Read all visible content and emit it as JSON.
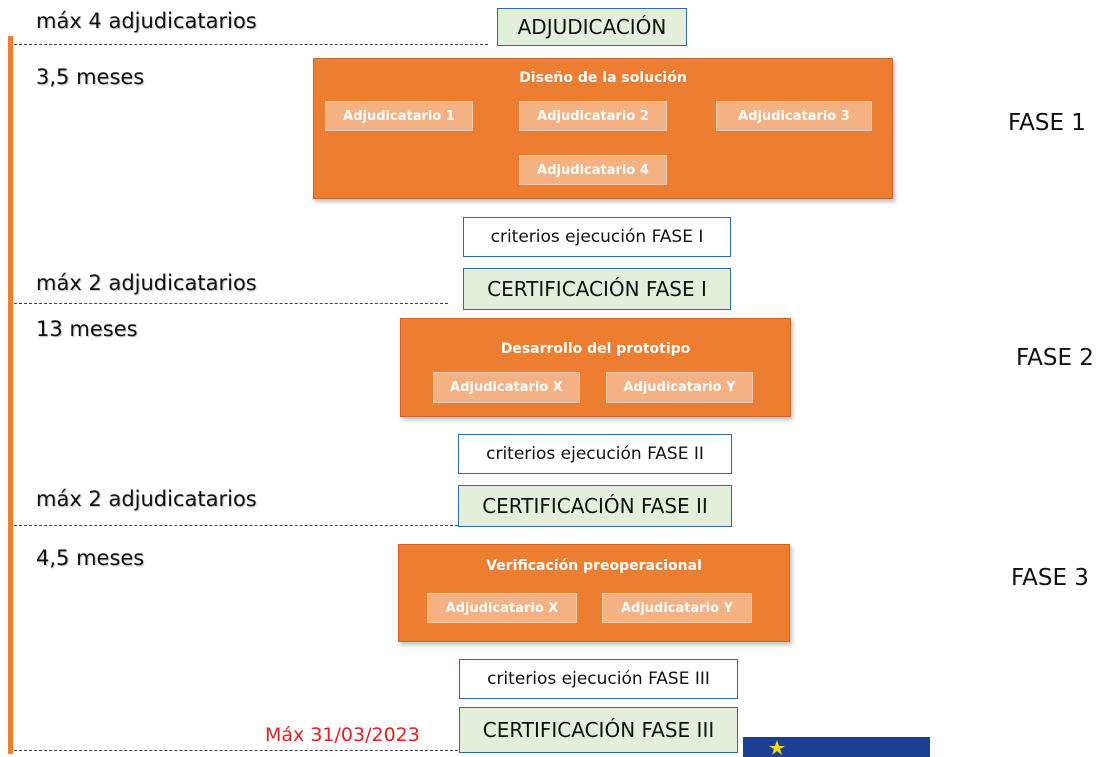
{
  "top": {
    "adjudicatarios": "máx 4 adjudicatarios",
    "adjudicacion": "ADJUDICACIÓN"
  },
  "phase1": {
    "duration": "3,5 meses",
    "title": "Diseño de la solución",
    "awardees": [
      "Adjudicatario 1",
      "Adjudicatario 2",
      "Adjudicatario 3",
      "Adjudicatario 4"
    ],
    "criteria": "criterios ejecución  FASE I",
    "certification": "CERTIFICACIÓN FASE I",
    "label": "FASE 1"
  },
  "phase2": {
    "adjudicatarios": "máx 2 adjudicatarios",
    "duration": "13 meses",
    "title": "Desarrollo del prototipo",
    "awardees": [
      "Adjudicatario X",
      "Adjudicatario Y"
    ],
    "criteria": "criterios ejecución  FASE II",
    "certification": "CERTIFICACIÓN FASE II",
    "label": "FASE 2"
  },
  "phase3": {
    "adjudicatarios": "máx 2 adjudicatarios",
    "duration": "4,5 meses",
    "title": "Verificación preoperacional",
    "awardees": [
      "Adjudicatario X",
      "Adjudicatario Y"
    ],
    "criteria": "criterios ejecución  FASE III",
    "certification": "CERTIFICACIÓN FASE III",
    "label": "FASE 3"
  },
  "deadline": "Máx 31/03/2023",
  "colors": {
    "orange": "#ed7d31",
    "orange_light": "#f4b183",
    "green_fill": "#e2efda",
    "box_border": "#2f6aa8",
    "deadline_red": "#e02020",
    "eu_blue": "#1d3f94",
    "eu_star": "#ffdd00"
  },
  "icons": {
    "eu_flag": "eu-flag-icon",
    "star": "star-icon"
  }
}
